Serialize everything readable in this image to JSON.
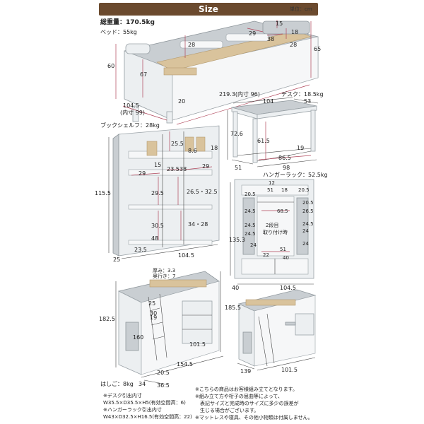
{
  "header": {
    "title": "Size",
    "unit": "単位：cm"
  },
  "bed": {
    "total_weight": "総重量：170.5kg",
    "weight": "ベッド：55kg",
    "dims": {
      "h_total": "65",
      "h_left": "60",
      "h_inner": "67",
      "bottom": "20",
      "width": "104.5",
      "inner_width": "(内寸 99)",
      "length": "219.3(内寸 96)",
      "top_28": "28",
      "a_29": "29",
      "a_38": "38",
      "a_18": "18",
      "a_15": "15",
      "a_28b": "28"
    }
  },
  "desk": {
    "weight": "デスク：18.5kg",
    "dims": {
      "w": "104",
      "d": "53",
      "h": "72.6",
      "leg": "61.5",
      "inner": "86.5",
      "depth": "51",
      "right": "19",
      "full": "98"
    }
  },
  "bookshelf": {
    "weight": "ブックシェルフ：28kg",
    "dims": {
      "a": "25.5",
      "b": "8.6",
      "c": "18",
      "d": "15",
      "e": "29",
      "f": "23.5",
      "g": "38",
      "h": "29",
      "height": "115.5",
      "i": "29.5",
      "j": "26.5・32.5",
      "k": "30.5",
      "l": "34・28",
      "m": "48",
      "n": "23.5",
      "width": "104.5",
      "depth": "25"
    }
  },
  "hanger": {
    "weight": "ハンガーラック：52.5kg",
    "dims": {
      "top_a": "12",
      "top_b": "18",
      "top_c": "51",
      "top_d": "20.5",
      "left_a": "20.5",
      "right_a": "20.5",
      "rod": "68.5",
      "height": "135.3",
      "l1": "24.5",
      "l2": "24.5",
      "l3": "24.5",
      "l4": "24",
      "r1": "26.5",
      "r2": "24.5",
      "r3": "24",
      "r4": "24",
      "note1": "2段目",
      "note2": "取り付け時",
      "bottom_22": "22",
      "bottom_51": "51",
      "bottom_40": "40",
      "width": "104.5",
      "depth": "40"
    }
  },
  "loft_left": {
    "note": "厚み：3.3",
    "note2": "奥行き：7",
    "dims": {
      "h_total": "185.5",
      "h_left": "182.5",
      "h_25": "25",
      "h_160": "160",
      "h_101": "101.5",
      "ladder_19": "19",
      "ladder_30": "30",
      "w_154": "154.5",
      "w_20": "20.5",
      "d_34": "34",
      "d_36": "36.5"
    }
  },
  "loft_right": {
    "dims": {
      "d_139": "139",
      "w_101": "101.5"
    }
  },
  "ladder": {
    "weight": "はしご：8kg"
  },
  "notes_left": {
    "line1": "※デスク引出内寸",
    "line2": "W35.5×D35.5×H5(有効空間高：6)",
    "line3": "※ハンガーラック引出内寸",
    "line4": "W43×D32.5×H16.5(有効空間高：22)"
  },
  "notes_right": {
    "line1": "※こちらの商品はお客様組み立てとなります。",
    "line2": "※組み立て方や桁子の屈曲等によって、",
    "line3": "　表記サイズと完成時のサイズに多少の誤差が",
    "line4": "　生じる場合がございます。",
    "line5": "※マットレスや寝具、その他小物類は付属しません。"
  },
  "colors": {
    "brand": "#6b4a2e",
    "furniture": "#e9ecee",
    "furniture_dark": "#b9bfc3",
    "dim_line": "#b0455a"
  }
}
